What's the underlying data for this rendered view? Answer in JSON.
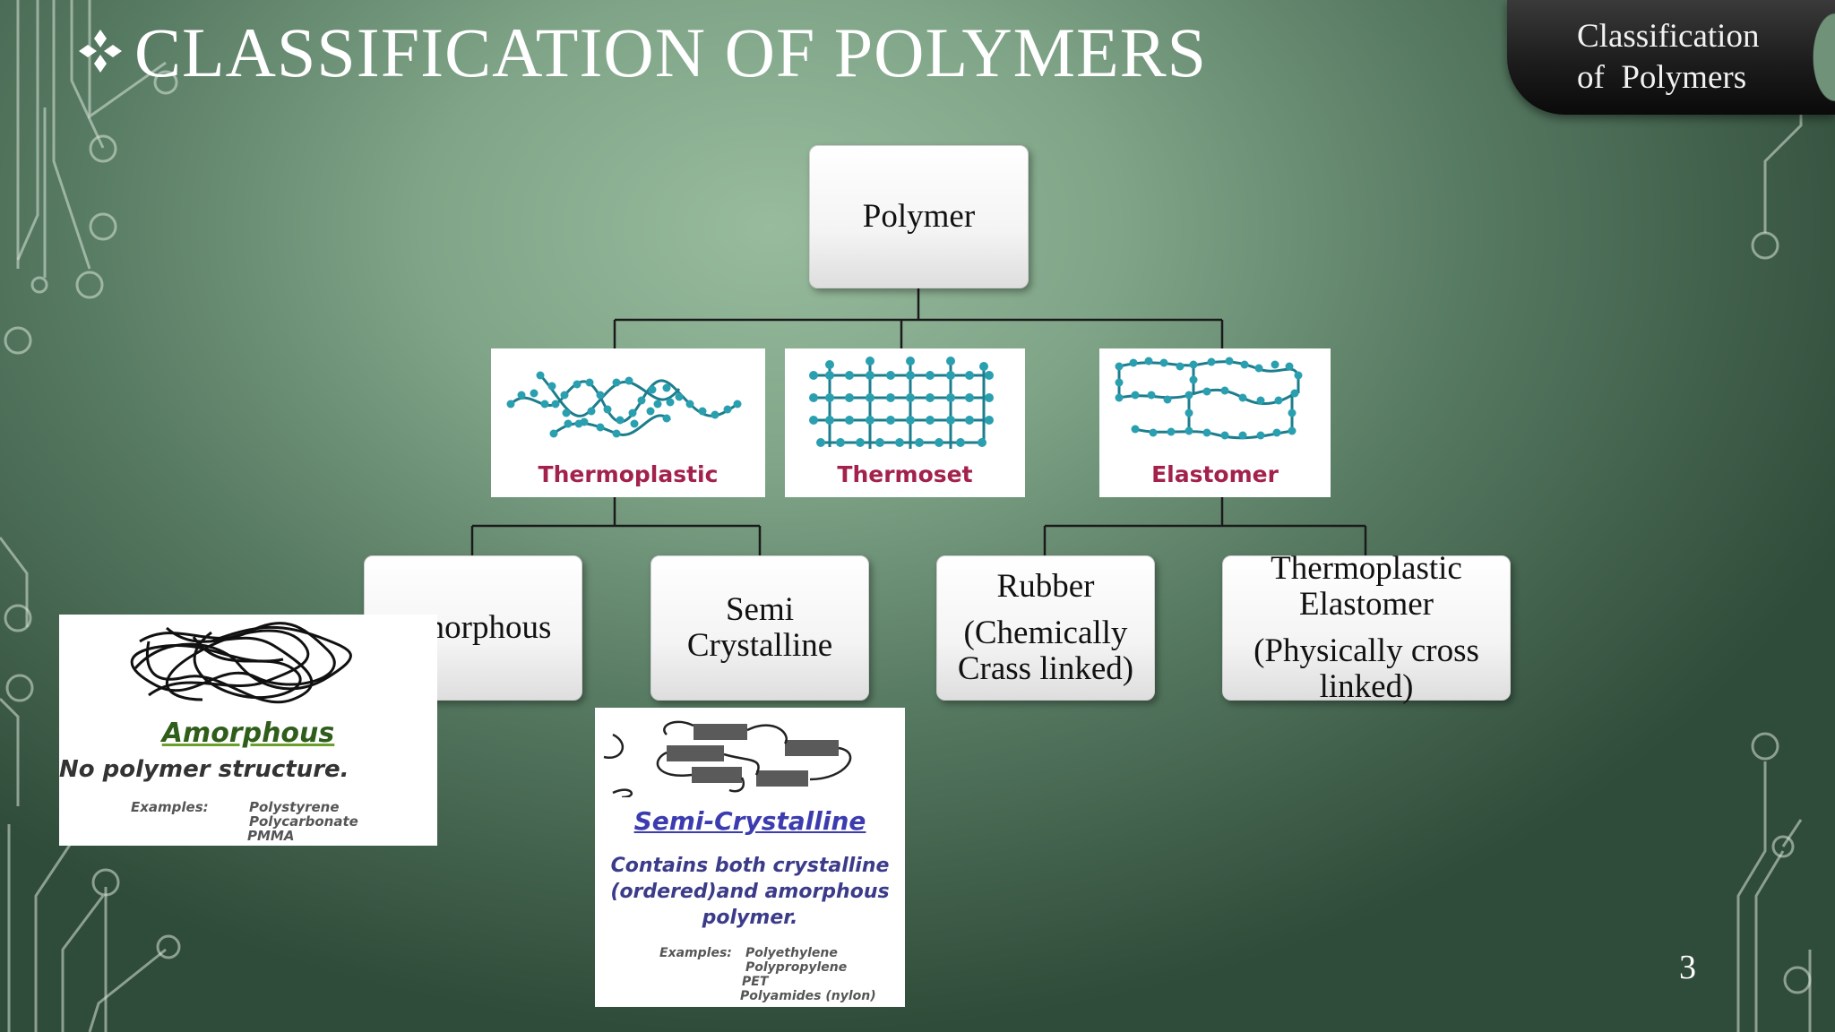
{
  "slide": {
    "title": "CLASSIFICATION OF POLYMERS",
    "title_bullet_icon": "four-diamond-bullet-icon",
    "section_tag": {
      "line1": "Classification",
      "line2": "of  Polymers"
    },
    "page_number": "3"
  },
  "tree": {
    "root": "Polymer",
    "level1": [
      {
        "label": "Thermoplastic",
        "diagram": "thermoplastic-chain-diagram"
      },
      {
        "label": "Thermoset",
        "diagram": "thermoset-network-diagram"
      },
      {
        "label": "Elastomer",
        "diagram": "elastomer-chain-diagram"
      }
    ],
    "level2": [
      {
        "line1": "Amorphous",
        "line2": ""
      },
      {
        "line1": "Semi",
        "line2": "Crystalline"
      },
      {
        "line1": "Rubber",
        "sub1": "(Chemically",
        "sub2": "Crass linked)"
      },
      {
        "line1": "Thermoplastic",
        "line2": "Elastomer",
        "sub1": "(Physically cross",
        "sub2": "linked)"
      }
    ]
  },
  "insets": {
    "amorphous": {
      "title": "Amorphous",
      "description": "No polymer structure.",
      "examples_label": "Examples:",
      "examples": [
        "Polystyrene",
        "Polycarbonate",
        "PMMA"
      ]
    },
    "semi_crystalline": {
      "title": "Semi-Crystalline",
      "description": [
        "Contains both crystalline",
        "(ordered)and amorphous",
        "polymer."
      ],
      "examples_label": "Examples:",
      "examples": [
        "Polyethylene",
        "Polypropylene",
        "PET",
        "Polyamides (nylon)"
      ]
    }
  },
  "colors": {
    "label_text": "#a3224b",
    "bead": "#2a9fb0",
    "amorphous_title": "#2f5d1a",
    "semi_crystalline_title": "#3c3cb0"
  }
}
